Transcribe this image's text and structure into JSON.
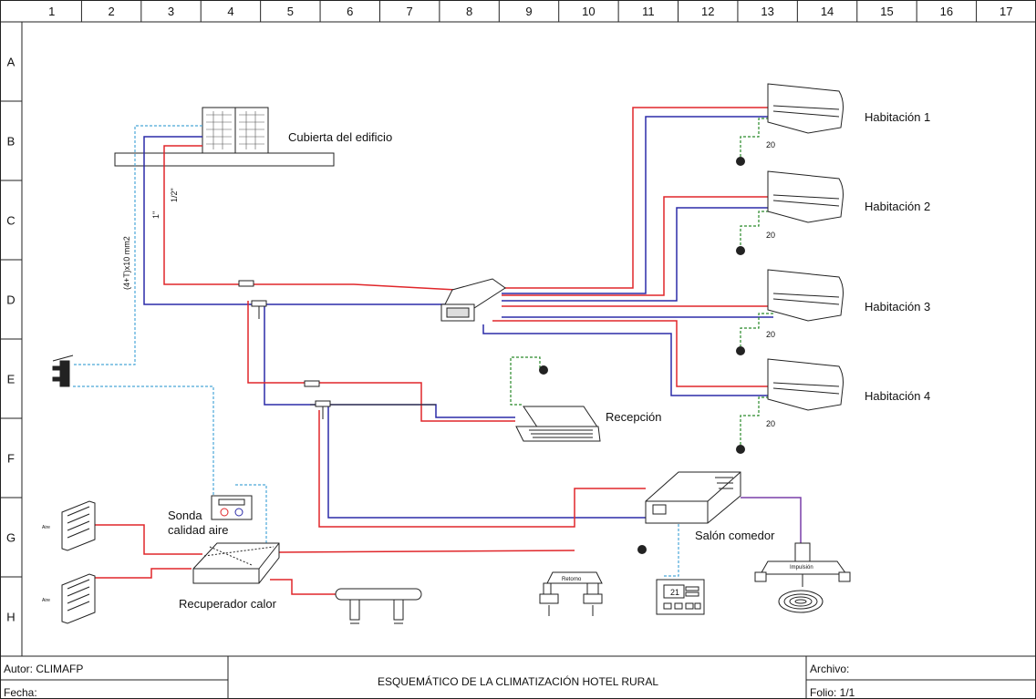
{
  "grid": {
    "columns": [
      "1",
      "2",
      "3",
      "4",
      "5",
      "6",
      "7",
      "8",
      "9",
      "10",
      "11",
      "12",
      "13",
      "14",
      "15",
      "16",
      "17"
    ],
    "rows": [
      "A",
      "B",
      "C",
      "D",
      "E",
      "F",
      "G",
      "H"
    ]
  },
  "labels": {
    "roof": "Cubierta del edificio",
    "room1": "Habitación 1",
    "room2": "Habitación 2",
    "room3": "Habitación 3",
    "room4": "Habitación 4",
    "reception": "Recepción",
    "dining": "Salón comedor",
    "probe_line1": "Sonda",
    "probe_line2": "calidad aire",
    "recovery": "Recuperador calor",
    "cable": "(4+T)x10 mm2",
    "pipe_1in": "1\"",
    "pipe_half": "1/2\"",
    "thermostat_value": "20",
    "panel_display": "21",
    "retorno": "Retorno",
    "impulsion": "Impulsión",
    "grille_text": "Aire"
  },
  "title_block": {
    "author": "Autor: CLIMAFP",
    "date": "Fecha:",
    "title": "ESQUEMÁTICO DE LA CLIMATIZACIÓN HOTEL RURAL",
    "file": "Archivo:",
    "folio": "Folio: 1/1"
  },
  "colors": {
    "red_pipe": "#e0262a",
    "blue_pipe": "#2b2ba8",
    "green_control": "#2a8a2a",
    "cyan_control": "#4aa7d8",
    "purple_duct": "#7a3fa8"
  }
}
